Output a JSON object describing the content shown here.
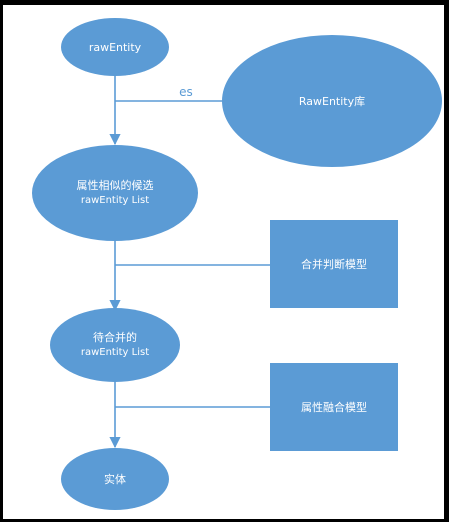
{
  "diagram": {
    "nodes": {
      "raw_entity": {
        "label": "rawEntity"
      },
      "raw_entity_db": {
        "label": "RawEntity库"
      },
      "candidates": {
        "line1": "属性相似的候选",
        "line2": "rawEntity List"
      },
      "merge_model": {
        "label": "合并判断模型"
      },
      "to_merge": {
        "line1": "待合并的",
        "line2": "rawEntity List"
      },
      "fusion_model": {
        "label": "属性融合模型"
      },
      "entity": {
        "label": "实体"
      }
    },
    "edges": {
      "es_label": "es"
    }
  },
  "colors": {
    "node_fill": "#5b9bd5",
    "line": "#5b9bd5",
    "node_text": "#ffffff",
    "edge_label": "#5b9bd5",
    "canvas_bg": "#ffffff",
    "frame": "#000000"
  }
}
